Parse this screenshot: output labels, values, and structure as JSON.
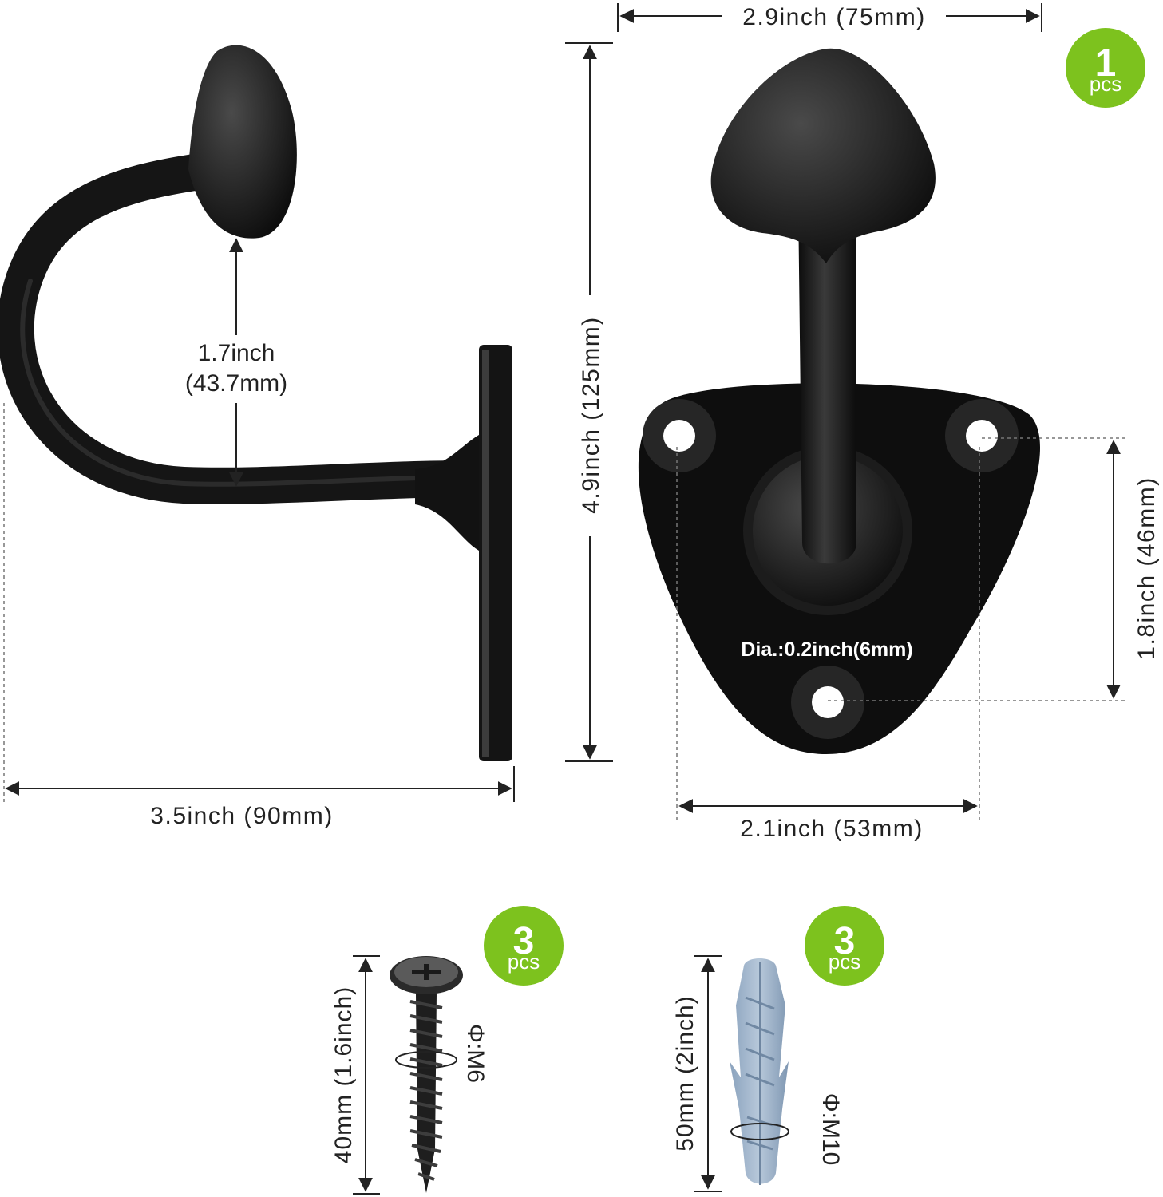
{
  "colors": {
    "badge_green": "#7dc21e",
    "hook_black": "#141414",
    "plug_blue": "#9fb4cc",
    "line": "#222222"
  },
  "side_view": {
    "gap_inch": "1.7inch",
    "gap_mm": "(43.7mm)",
    "depth": "3.5inch (90mm)"
  },
  "front_view": {
    "width": "2.9inch (75mm)",
    "height": "4.9inch (125mm)",
    "hole_spacing_v": "1.8inch (46mm)",
    "hole_spacing_h": "2.1inch (53mm)",
    "hole_diameter": "Dia.:0.2inch(6mm)"
  },
  "badges": {
    "hook": {
      "count": "1",
      "unit": "pcs"
    },
    "screw": {
      "count": "3",
      "unit": "pcs"
    },
    "anchor": {
      "count": "3",
      "unit": "pcs"
    }
  },
  "screw": {
    "length": "40mm (1.6inch)",
    "diameter": "Φ:M6"
  },
  "anchor": {
    "length": "50mm (2inch)",
    "diameter": "Φ:M10"
  },
  "icons": [
    "hook-side-view-icon",
    "hook-front-view-icon",
    "screw-icon",
    "wall-anchor-icon"
  ]
}
